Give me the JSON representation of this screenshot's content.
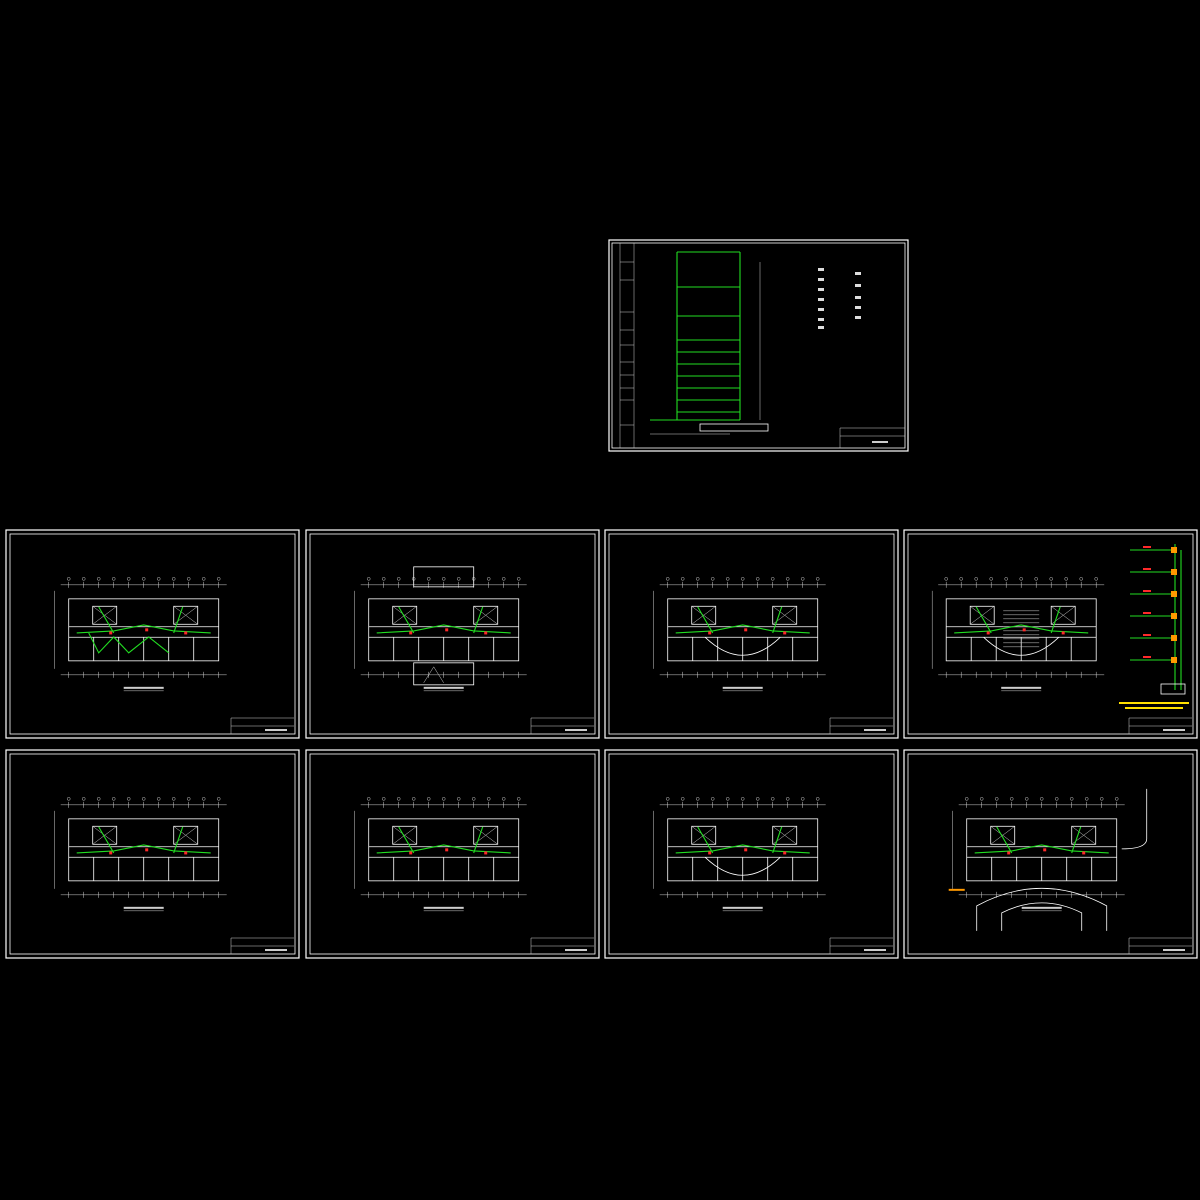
{
  "drawing": {
    "background": "#000000",
    "frame_color": "#ffffff",
    "wire_color": "#22dd22",
    "equipment_color": "#ff2a2a",
    "note_color": "#ffe000"
  },
  "sheets": [
    {
      "id": "riser-diagram",
      "kind": "system-riser"
    },
    {
      "id": "floor-plan-1",
      "kind": "floor-plan"
    },
    {
      "id": "floor-plan-2",
      "kind": "floor-plan"
    },
    {
      "id": "floor-plan-3",
      "kind": "floor-plan"
    },
    {
      "id": "floor-plan-4",
      "kind": "floor-plan-with-riser"
    },
    {
      "id": "floor-plan-5",
      "kind": "floor-plan"
    },
    {
      "id": "floor-plan-6",
      "kind": "floor-plan"
    },
    {
      "id": "floor-plan-7",
      "kind": "floor-plan"
    },
    {
      "id": "floor-plan-8",
      "kind": "site-plan"
    }
  ]
}
